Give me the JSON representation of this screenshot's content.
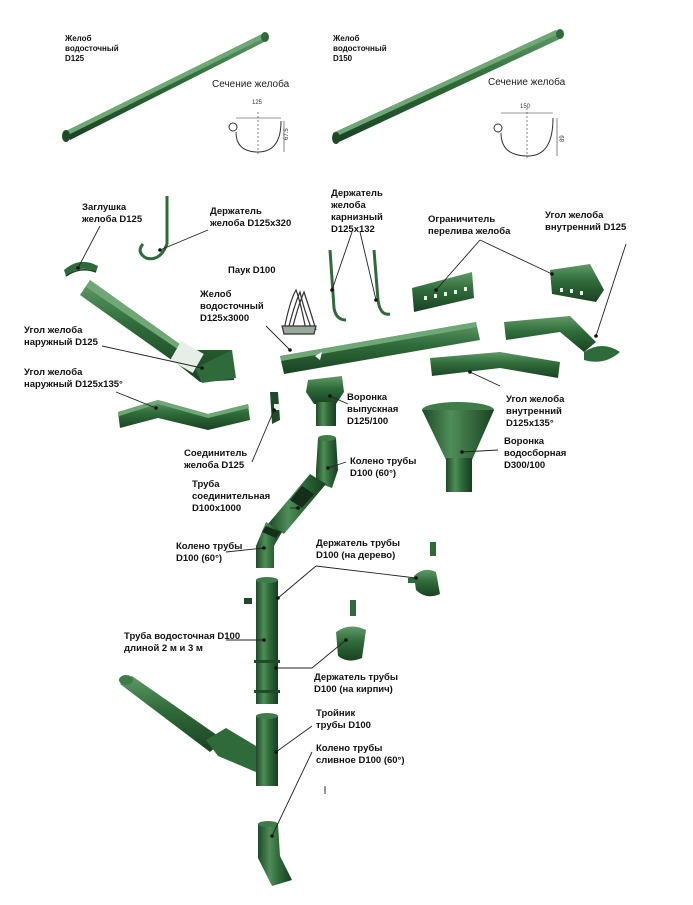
{
  "colors": {
    "gutter_green": "#2f6b3a",
    "gutter_dark": "#1e4a27",
    "gutter_light": "#5f9a67",
    "leader_line": "#222222"
  },
  "gutters": {
    "d125": "Желоб\nводосточный\nD125",
    "d150": "Желоб\nводосточный\nD150",
    "section_label": "Сечение желоба",
    "dim125_width": "125",
    "dim125_height": "67.5",
    "dim150_width": "150",
    "dim150_height": "89"
  },
  "labels": {
    "cap": "Заглушка\nжелоба D125",
    "holder_long": "Держатель\nжелоба D125x320",
    "holder_cornice": "Держатель\nжелоба\nкарнизный\nD125x132",
    "overflow_limiter": "Ограничитель\nперелива желоба",
    "inner_corner": "Угол желоба\nвнутренний D125",
    "spider": "Паук D100",
    "gutter_3000": "Желоб\nводосточный\nD125x3000",
    "outer_corner": "Угол желоба\nнаружный D125",
    "outer_corner_135": "Угол желоба\nнаружный D125x135°",
    "outlet_funnel": "Воронка\nвыпускная\nD125/100",
    "inner_corner_135": "Угол желоба\nвнутренний\nD125x135°",
    "collector_funnel": "Воронка\nводосборная\nD300/100",
    "connector": "Соединитель\nжелоба D125",
    "elbow_upper": "Колено трубы\nD100 (60°)",
    "connecting_pipe": "Труба\nсоединительная\nD100x1000",
    "elbow_lower": "Колено трубы\nD100 (60°)",
    "holder_wood": "Держатель трубы\nD100 (на дерево)",
    "downpipe": "Труба водосточная D100\nдлиной 2 м и 3 м",
    "holder_brick": "Держатель трубы\nD100 (на кирпич)",
    "tee": "Тройник\nтрубы D100",
    "drain_elbow": "Колено трубы\nсливное D100 (60°)"
  }
}
